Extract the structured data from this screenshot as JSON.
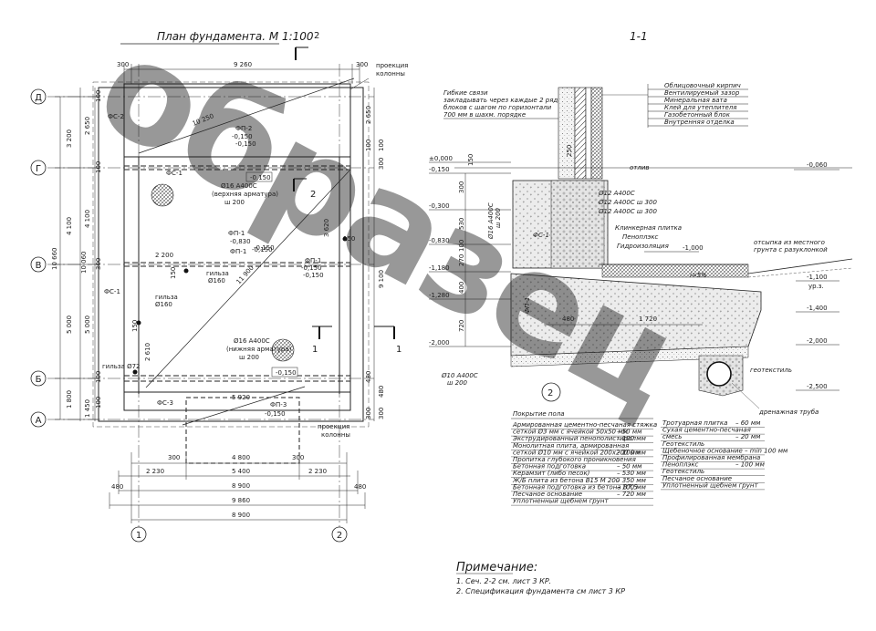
{
  "plan": {
    "title": "План фундамента. М 1:100",
    "section_mark": "2",
    "axes_rows": [
      "Д",
      "Г",
      "В",
      "Б",
      "А"
    ],
    "axes_cols": [
      "1",
      "2"
    ],
    "dims_top": {
      "d1": "300",
      "d2": "9 260",
      "d3": "300"
    },
    "dims_bottom": {
      "r1": [
        "2 230",
        "4 800",
        "2 230"
      ],
      "r2": "5 400",
      "r3": "8 900",
      "r4": "9 860",
      "r5": "8 900",
      "inner": [
        "300",
        "300"
      ],
      "edge": [
        "480",
        "480"
      ]
    },
    "dims_left": {
      "outer": [
        "3 200",
        "4 100",
        "5 000",
        "1 800"
      ],
      "total": "10 660",
      "inner": [
        "2 650",
        "4 100",
        "5 000",
        "1 450"
      ],
      "total2": "10 060",
      "small": [
        "100",
        "100",
        "300",
        "100",
        "100"
      ]
    },
    "dims_right": {
      "total": "9 100",
      "parts": [
        "2 650",
        "480",
        "300",
        "300",
        "480"
      ],
      "labels": [
        "100",
        "100",
        "300"
      ]
    },
    "labels": {
      "fs2": "ФС-2",
      "fs1": "ФС-1",
      "fs1b": "ФС-1",
      "fs3": "ФС-3",
      "fp1": "ФП-1",
      "fp1_lvl": "-0,150",
      "fp2": "ФП-2",
      "fp2_lvl": "-0,150",
      "fp3": "ФП-3",
      "fp3_lvl": "-0,150",
      "fp1b": "ФП-1",
      "fp1b_lvl": "-0,830",
      "fp1c": "ФП-1",
      "fp1c_lvl": "-0,150",
      "reb_top_1": "Ø16 A400С",
      "reb_top_2": "(верхняя арматура)",
      "reb_top_3": "ш 200",
      "reb_bot_1": "Ø16 A400С",
      "reb_bot_2": "(нижняя арматура)",
      "reb_bot_3": "ш 200",
      "lvl_a": "-0,150",
      "lvl_b": "-0,150",
      "lvl_c": "-0,150",
      "lvl_d": "-0,150",
      "fp_lvl_e": "-0,150",
      "gilza1": "гильза",
      "gilza1_d": "Ø160",
      "gilza2": "гильза",
      "gilza2_d": "Ø160",
      "gilza3": "гильза Ø72",
      "d_10250": "10 250",
      "d_11900": "11 900",
      "d_3620": "3 620",
      "d_5920": "5 920",
      "d_2200": "2 200",
      "d_2610": "2 610",
      "d_150a": "150",
      "d_150b": "150",
      "d_150c": "150",
      "proj_top_1": "проекция",
      "proj_top_2": "колонны",
      "proj_bot_1": "проекция",
      "proj_bot_2": "колонны",
      "sec1": "1",
      "sec1b": "1",
      "sec2b": "2"
    }
  },
  "section": {
    "title": "1-1",
    "wall_layers": [
      "Облицовочный кирпич",
      "Вентилируемый зазор",
      "Минеральная вата",
      "Клей для утеплителя",
      "Газобетонный блок",
      "Внутренняя отделка"
    ],
    "tie_note": [
      "Гибкие связи",
      "закладывать через каждые 2 ряда",
      "блоков с шагом по горизонтали",
      "700 мм в шахм. порядке"
    ],
    "levels_left": [
      "±0,000",
      "-0,150",
      "-0,300",
      "-0,830",
      "-1,180",
      "-1,280",
      "-2,000"
    ],
    "levels_right": [
      "-0,060",
      "-1,000",
      "-1,100",
      "-1,400",
      "-2,000",
      "-2,500"
    ],
    "ur_z": "ур.з.",
    "rebar": [
      "Ø12 A400C",
      "Ø12 A400C ш 300",
      "Ø12 A400C ш 300"
    ],
    "rebar_left": [
      "Ø16 A400C",
      "ш 200"
    ],
    "rebar_bottom": [
      "Ø10 A400C",
      "ш 200"
    ],
    "fs1": "ФС-1",
    "fp1": "ФП-1",
    "otliv": "отлив",
    "layers_labels": [
      "Клинкерная плитка",
      "Пеноплэкс",
      "Гидроизоляция"
    ],
    "backfill": [
      "отсыпка из местного",
      "грунта с разуклонкой"
    ],
    "slope": "i=5%",
    "geotextile": "геотекстиль",
    "drain": "дренажная труба",
    "dims": {
      "d250": "250",
      "d300": "300",
      "d530": "530",
      "d100": "100",
      "d270": "270",
      "d400": "400",
      "d720": "720",
      "d150": "150",
      "d480": "480",
      "d1720": "1 720"
    },
    "callout": "2",
    "floor_table": {
      "title": "Покрытие пола",
      "rows": [
        {
          "text": "Армированная цементно-песчаная стяжка",
          "value": ""
        },
        {
          "text": "сеткой Ø3 мм с ячейкой 50х50 мм",
          "value": "– 50 мм"
        },
        {
          "text": "Экструдированный пенополистирол",
          "value": "– 100 мм"
        },
        {
          "text": "Монолитная плита, армированная",
          "value": ""
        },
        {
          "text": "сеткой Ø10 мм с ячейкой 200х200 мм",
          "value": "– 100 мм"
        },
        {
          "text": "Пропитка глубокого проникновения",
          "value": ""
        },
        {
          "text": "Бетонная подготовка",
          "value": "– 50 мм"
        },
        {
          "text": "Керамзит (либо песок)",
          "value": "– 530 мм"
        },
        {
          "text": "Ж/Б плита из бетона В15 М 200",
          "value": "– 350 мм"
        },
        {
          "text": "Бетонная подготовка из бетона В7,5",
          "value": "– 100 мм"
        },
        {
          "text": "Песчаное основание",
          "value": "– 720 мм"
        },
        {
          "text": "Уплотненный щебнем грунт",
          "value": ""
        }
      ]
    },
    "paving_table": {
      "rows": [
        {
          "text": "Тротуарная плитка",
          "value": "– 60 мм"
        },
        {
          "text": "Сухая цементно-песчаная",
          "value": ""
        },
        {
          "text": "смесь",
          "value": "– 20 мм"
        },
        {
          "text": "Геотекстиль",
          "value": ""
        },
        {
          "text": "Щебеночное основание – min 100 мм",
          "value": ""
        },
        {
          "text": "Профилированная мембрана",
          "value": ""
        },
        {
          "text": "Пеноплэкс",
          "value": "– 100 мм"
        },
        {
          "text": "Геотекстиль",
          "value": ""
        },
        {
          "text": "Песчаное основание",
          "value": ""
        },
        {
          "text": "Уплотненный щебнем грунт",
          "value": ""
        }
      ]
    }
  },
  "notes": {
    "title": "Примечание:",
    "items": [
      "1. Сеч. 2-2 см. лист 3 КР.",
      "2. Спецификация фундамента см лист 3 КР"
    ]
  },
  "watermark": "образец"
}
